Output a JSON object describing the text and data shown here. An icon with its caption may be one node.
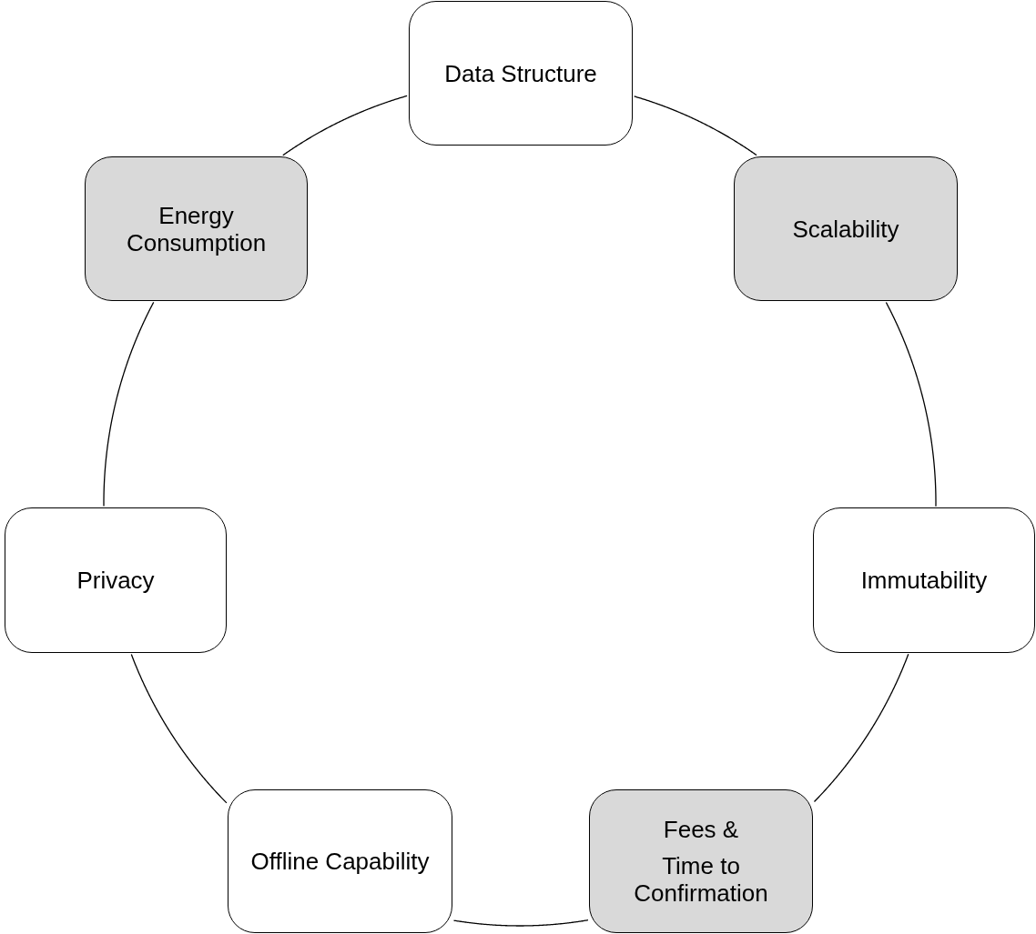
{
  "diagram": {
    "nodes": [
      {
        "text": [
          "Data Structure"
        ]
      },
      {
        "text": [
          "Energy Consumption"
        ]
      },
      {
        "text": [
          "Scalability"
        ]
      },
      {
        "text": [
          "Privacy"
        ]
      },
      {
        "text": [
          "Immutability"
        ]
      },
      {
        "text": [
          "Offline Capability"
        ]
      },
      {
        "text": [
          "Fees &",
          "Time to Confirmation"
        ]
      }
    ],
    "edges": [
      {
        "from": 0,
        "to": 2,
        "arrow": "none"
      },
      {
        "from": 2,
        "to": 4,
        "arrow": "none"
      },
      {
        "from": 4,
        "to": 6,
        "arrow": "none"
      },
      {
        "from": 6,
        "to": 5,
        "arrow": "none"
      },
      {
        "from": 5,
        "to": 3,
        "arrow": "none"
      },
      {
        "from": 3,
        "to": 1,
        "arrow": "none"
      },
      {
        "from": 1,
        "to": 0,
        "arrow": "none"
      }
    ]
  }
}
